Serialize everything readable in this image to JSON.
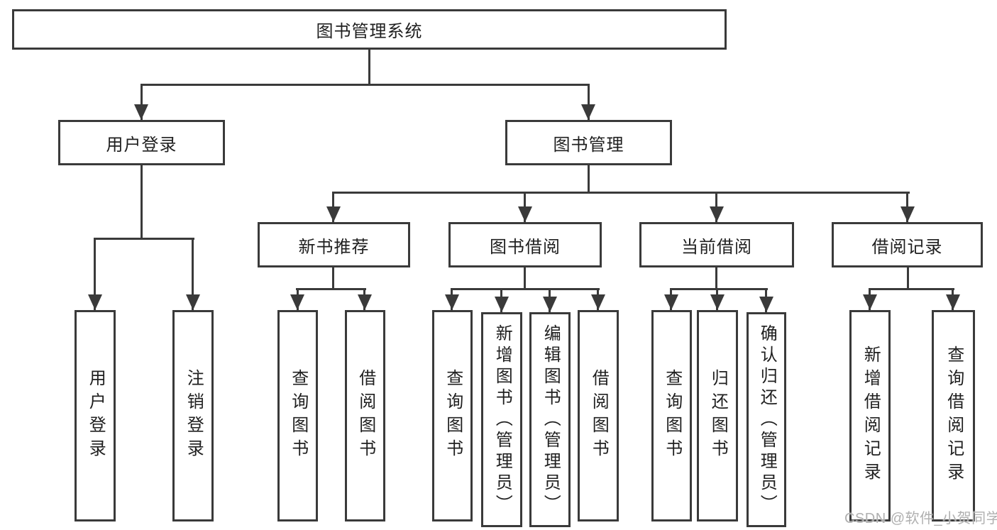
{
  "tree": {
    "root": "图书管理系统",
    "level2": [
      {
        "label": "用户登录",
        "children": [
          "用户登录",
          "注销登录"
        ]
      },
      {
        "label": "图书管理",
        "children": [
          {
            "label": "新书推荐",
            "children": [
              "查询图书",
              "借阅图书"
            ]
          },
          {
            "label": "图书借阅",
            "children": [
              "查询图书",
              "新增图书（管理员）",
              "编辑图书（管理员）",
              "借阅图书"
            ]
          },
          {
            "label": "当前借阅",
            "children": [
              "查询图书",
              "归还图书",
              "确认归还（管理员）"
            ]
          },
          {
            "label": "借阅记录",
            "children": [
              "新增借阅记录",
              "查询借阅记录"
            ]
          }
        ]
      }
    ]
  },
  "watermark": "CSDN @软件_小贺同学",
  "colors": {
    "line": "#3a3a3a",
    "text": "#1f1f1f",
    "watermark": "#b0b0b0",
    "background": "#ffffff"
  }
}
